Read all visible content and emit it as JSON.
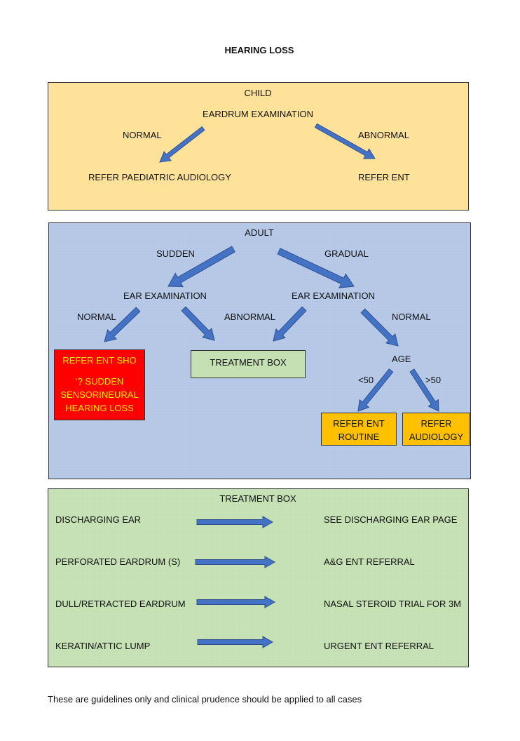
{
  "title": "HEARING LOSS",
  "child": {
    "heading": "CHILD",
    "exam": "EARDRUM EXAMINATION",
    "normal": "NORMAL",
    "abnormal": "ABNORMAL",
    "refer_audiology": "REFER PAEDIATRIC AUDIOLOGY",
    "refer_ent": "REFER ENT"
  },
  "adult": {
    "heading": "ADULT",
    "sudden": "SUDDEN",
    "gradual": "GRADUAL",
    "exam_left": "EAR EXAMINATION",
    "exam_right": "EAR EXAMINATION",
    "normal_left": "NORMAL",
    "abnormal": "ABNORMAL",
    "normal_right": "NORMAL",
    "refer_sho_line1": "REFER ENT SHO",
    "refer_sho_line2": "‘? SUDDEN",
    "refer_sho_line3": "SENSORINEURAL",
    "refer_sho_line4": "HEARING LOSS",
    "treatment_box": "TREATMENT BOX",
    "age": "AGE",
    "under50": "<50",
    "over50": ">50",
    "routine_line1": "REFER ENT",
    "routine_line2": "ROUTINE",
    "audiology_line1": "REFER",
    "audiology_line2": "AUDIOLOGY"
  },
  "treatment": {
    "heading": "TREATMENT BOX",
    "rows": [
      {
        "condition": "DISCHARGING EAR",
        "action": "SEE DISCHARGING EAR PAGE"
      },
      {
        "condition": "PERFORATED EARDRUM (S)",
        "action": "A&G ENT REFERRAL"
      },
      {
        "condition": "DULL/RETRACTED EARDRUM",
        "action": "NASAL STEROID TRIAL FOR 3M"
      },
      {
        "condition": "KERATIN/ATTIC LUMP",
        "action": "URGENT ENT REFERRAL"
      }
    ]
  },
  "footer": "These are guidelines only and clinical prudence should be applied to all cases",
  "colors": {
    "child_panel": "#ffe29a",
    "adult_panel": "#b4c7e7",
    "treatment_panel": "#c5e0b3",
    "urgent_box": "#ff0000",
    "urgent_text": "#ffe600",
    "referral_box": "#ffc000",
    "arrow_fill": "#4472c4",
    "arrow_stroke": "#2f528f"
  }
}
